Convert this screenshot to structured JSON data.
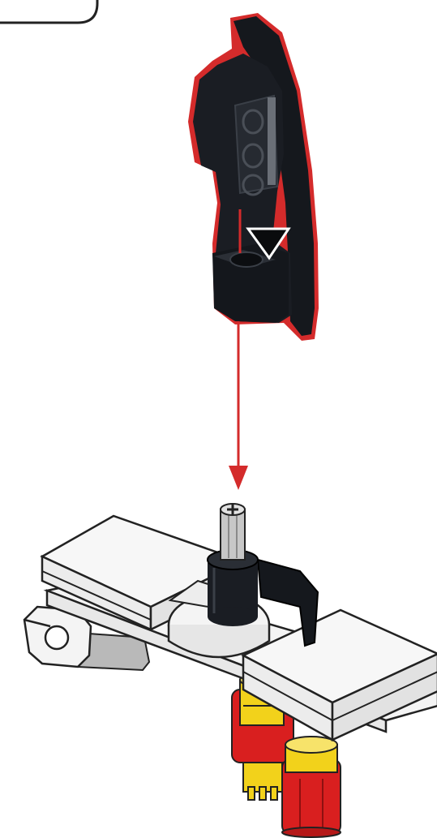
{
  "instruction": {
    "arrow_color": "#d42b2b",
    "outline_color": "#d42b2b",
    "steps_shown": 1
  },
  "parts": {
    "upper_part": {
      "icon": "black-bracket-part",
      "color": "#15181d"
    },
    "shaft": {
      "icon": "cross-axle-icon",
      "color": "#c7c7c7"
    },
    "base_plate": {
      "icon": "white-plate",
      "color": "#f4f4f4"
    },
    "underside_connectors": {
      "icon": "red-yellow-connectors",
      "colors": [
        "#d91f1f",
        "#f2d21b"
      ]
    }
  }
}
